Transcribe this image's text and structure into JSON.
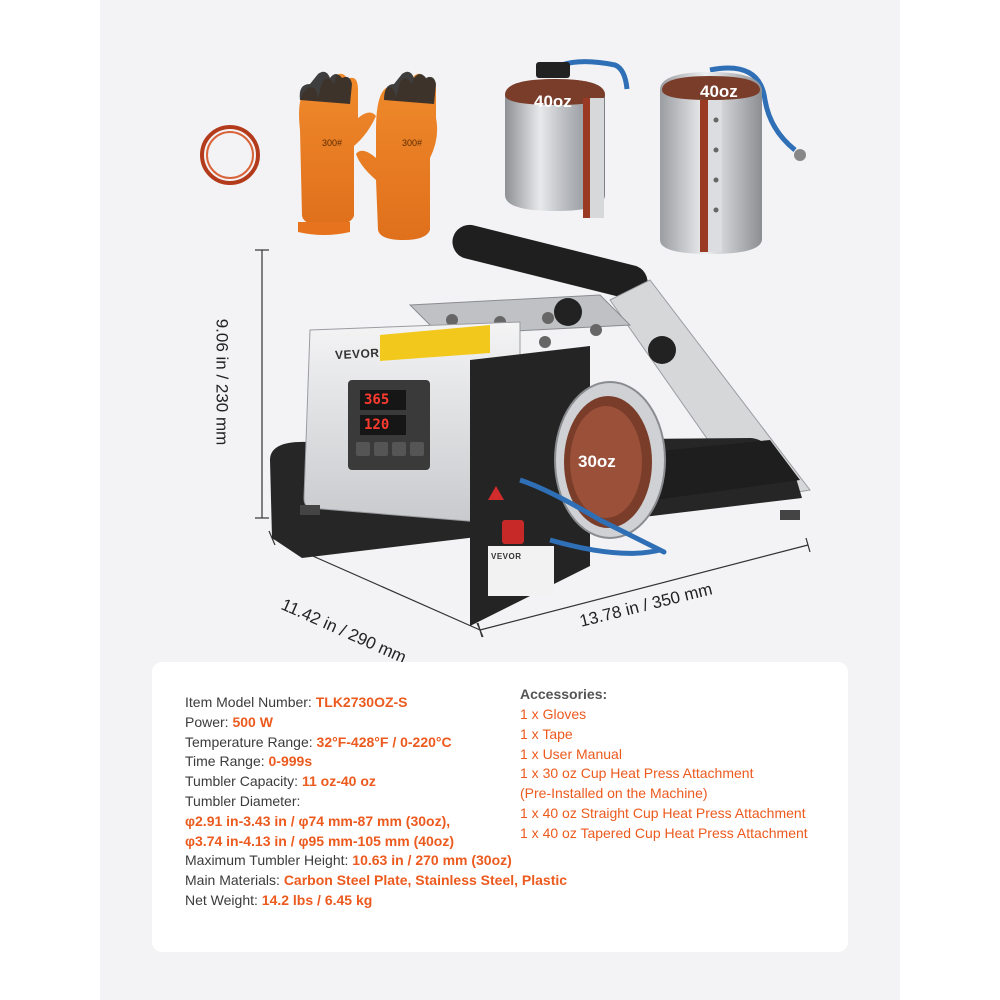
{
  "brand": {
    "logo_text": "VEVOR",
    "label_brand": "VEVOR"
  },
  "accessories_images": {
    "glove_left_mark": "300#",
    "glove_right_mark": "300#",
    "cup_small_label": "40oz",
    "cup_large_label": "40oz",
    "installed_cup_label": "30oz"
  },
  "dimensions": {
    "height": "9.06 in / 230 mm",
    "depth": "11.42 in / 290 mm",
    "width": "13.78 in / 350 mm"
  },
  "display": {
    "temp_reading": "365",
    "time_reading": "120"
  },
  "specs": [
    {
      "key": "Item Model Number: ",
      "value": "TLK2730OZ-S"
    },
    {
      "key": "Power: ",
      "value": "500 W"
    },
    {
      "key": "Temperature Range: ",
      "value": "32°F-428°F / 0-220°C"
    },
    {
      "key": "Time Range: ",
      "value": "0-999s"
    },
    {
      "key": "Tumbler Capacity: ",
      "value": "11 oz-40 oz"
    },
    {
      "key": "Tumbler Diameter:",
      "value": ""
    }
  ],
  "diameter_lines": [
    "φ2.91 in-3.43 in / φ74 mm-87 mm (30oz),",
    "φ3.74 in-4.13 in / φ95 mm-105 mm (40oz)"
  ],
  "specs_after": [
    {
      "key": "Maximum Tumbler Height: ",
      "value": "10.63 in / 270 mm (30oz)"
    },
    {
      "key": "Main Materials: ",
      "value": "Carbon Steel Plate, Stainless Steel, Plastic"
    },
    {
      "key": "Net Weight: ",
      "value": "14.2 lbs / 6.45 kg"
    }
  ],
  "accessories": {
    "title": "Accessories:",
    "items": [
      "1 x Gloves",
      "1 x Tape",
      "1 x User Manual",
      "1 x 30 oz Cup Heat Press Attachment",
      "(Pre-Installed on the Machine)",
      "1 x 40 oz Straight Cup Heat Press Attachment",
      "1 x 40 oz Tapered Cup Heat Press Attachment"
    ]
  },
  "colors": {
    "accent": "#ec5a1e",
    "background": "#f3f3f5",
    "panel": "#ffffff",
    "machine_body": "#2a2a2a",
    "steel": "#c9cbce"
  }
}
